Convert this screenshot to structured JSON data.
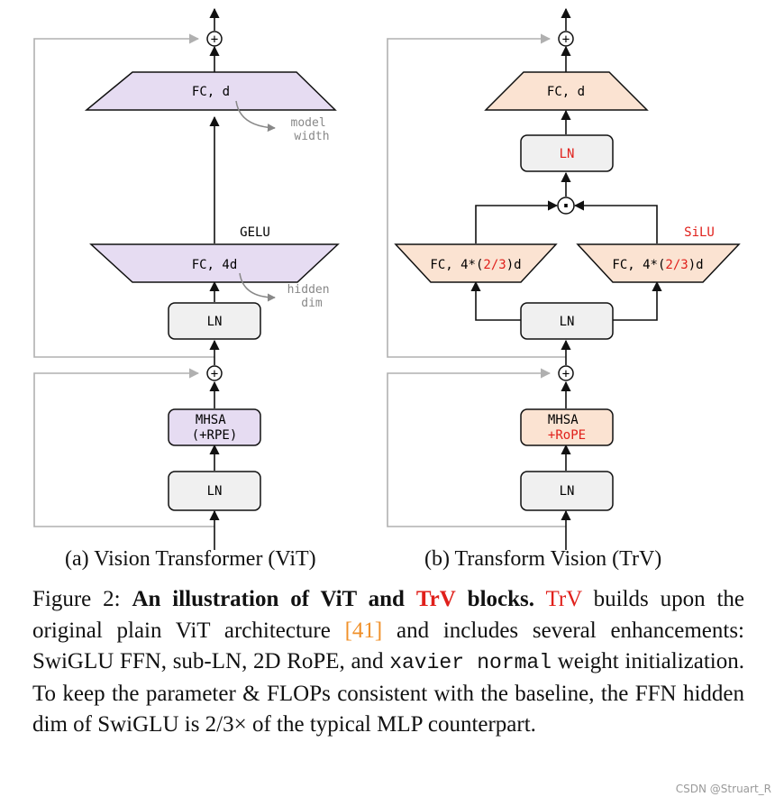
{
  "colors": {
    "vit_fill": "#e6dcf2",
    "trv_fill": "#fbe3d2",
    "ln_fill": "#f0f0f0",
    "skip_line": "#b0b0b0",
    "highlight_red": "#e0201b",
    "cite_orange": "#f0902a"
  },
  "vit": {
    "fc_top": "FC, d",
    "fc_hidden": "FC, 4d",
    "activation": "GELU",
    "ln1": "LN",
    "ln2": "LN",
    "mhsa_line1": "MHSA",
    "mhsa_line2": "(+RPE)",
    "note_model_line1": "model",
    "note_model_line2": "width",
    "note_hidden_line1": "hidden",
    "note_hidden_line2": "dim",
    "add_symbol": "+",
    "caption": "(a) Vision Transformer (ViT)"
  },
  "trv": {
    "fc_top": "FC, d",
    "ln_sub": "LN",
    "gate_symbol": "·",
    "fc_left_prefix": "FC, 4*(",
    "fc_ratio": "2/3",
    "fc_left_suffix": ")d",
    "fc_right_prefix": "FC, 4*(",
    "fc_right_suffix": ")d",
    "activation": "SiLU",
    "ln1": "LN",
    "ln2": "LN",
    "mhsa_line1": "MHSA",
    "mhsa_line2": "+RoPE",
    "add_symbol": "+",
    "caption": "(b) Transform Vision (TrV)"
  },
  "figure_caption": {
    "label": "Figure 2:",
    "bold_a": "An illustration of ViT and",
    "trv_word": "TrV",
    "bold_b": "blocks.",
    "trv_word2": "TrV",
    "text_a": "builds upon the original plain ViT architecture",
    "cite_open": "[",
    "cite_num": "41",
    "cite_close": "]",
    "text_b": "and includes several enhancements: SwiGLU FFN, sub-LN, 2D RoPE, and",
    "code_word": "xavier normal",
    "text_c": "weight initialization. To keep the parameter & FLOPs consistent with the baseline, the FFN hidden dim of SwiGLU is 2/3× of the typical MLP counterpart."
  },
  "watermark": "CSDN @Struart_R"
}
